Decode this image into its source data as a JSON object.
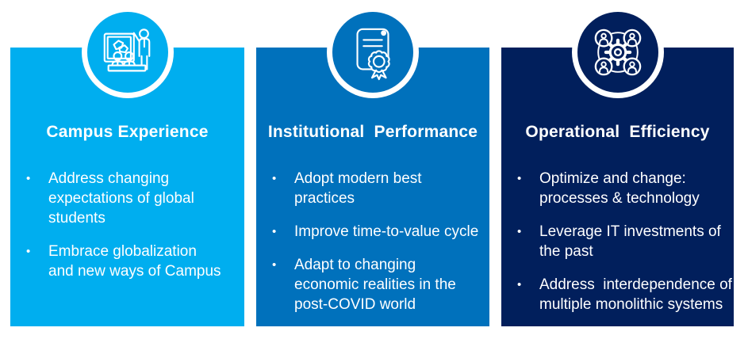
{
  "slide": {
    "background": "#ffffff",
    "text_color": "#ffffff",
    "bullet_marker": "•"
  },
  "cards": [
    {
      "title": "Campus Experience",
      "color": "#00AEEF",
      "icon": "classroom-training-icon",
      "bullets": [
        "Address changing expectations of global students",
        "Embrace globalization and new ways of Campus"
      ]
    },
    {
      "title": "Institutional  Performance",
      "color": "#0071BC",
      "icon": "certificate-icon",
      "bullets": [
        "Adopt modern best practices",
        "Improve time-to-value cycle",
        "Adapt to changing economic realities in the post-COVID world"
      ]
    },
    {
      "title": "Operational  Efficiency",
      "color": "#011F5C",
      "icon": "team-process-gear-icon",
      "bullets": [
        "Optimize and change: processes & technology",
        "Leverage IT investments of the past",
        "Address  interdependence of multiple monolithic systems"
      ]
    }
  ]
}
